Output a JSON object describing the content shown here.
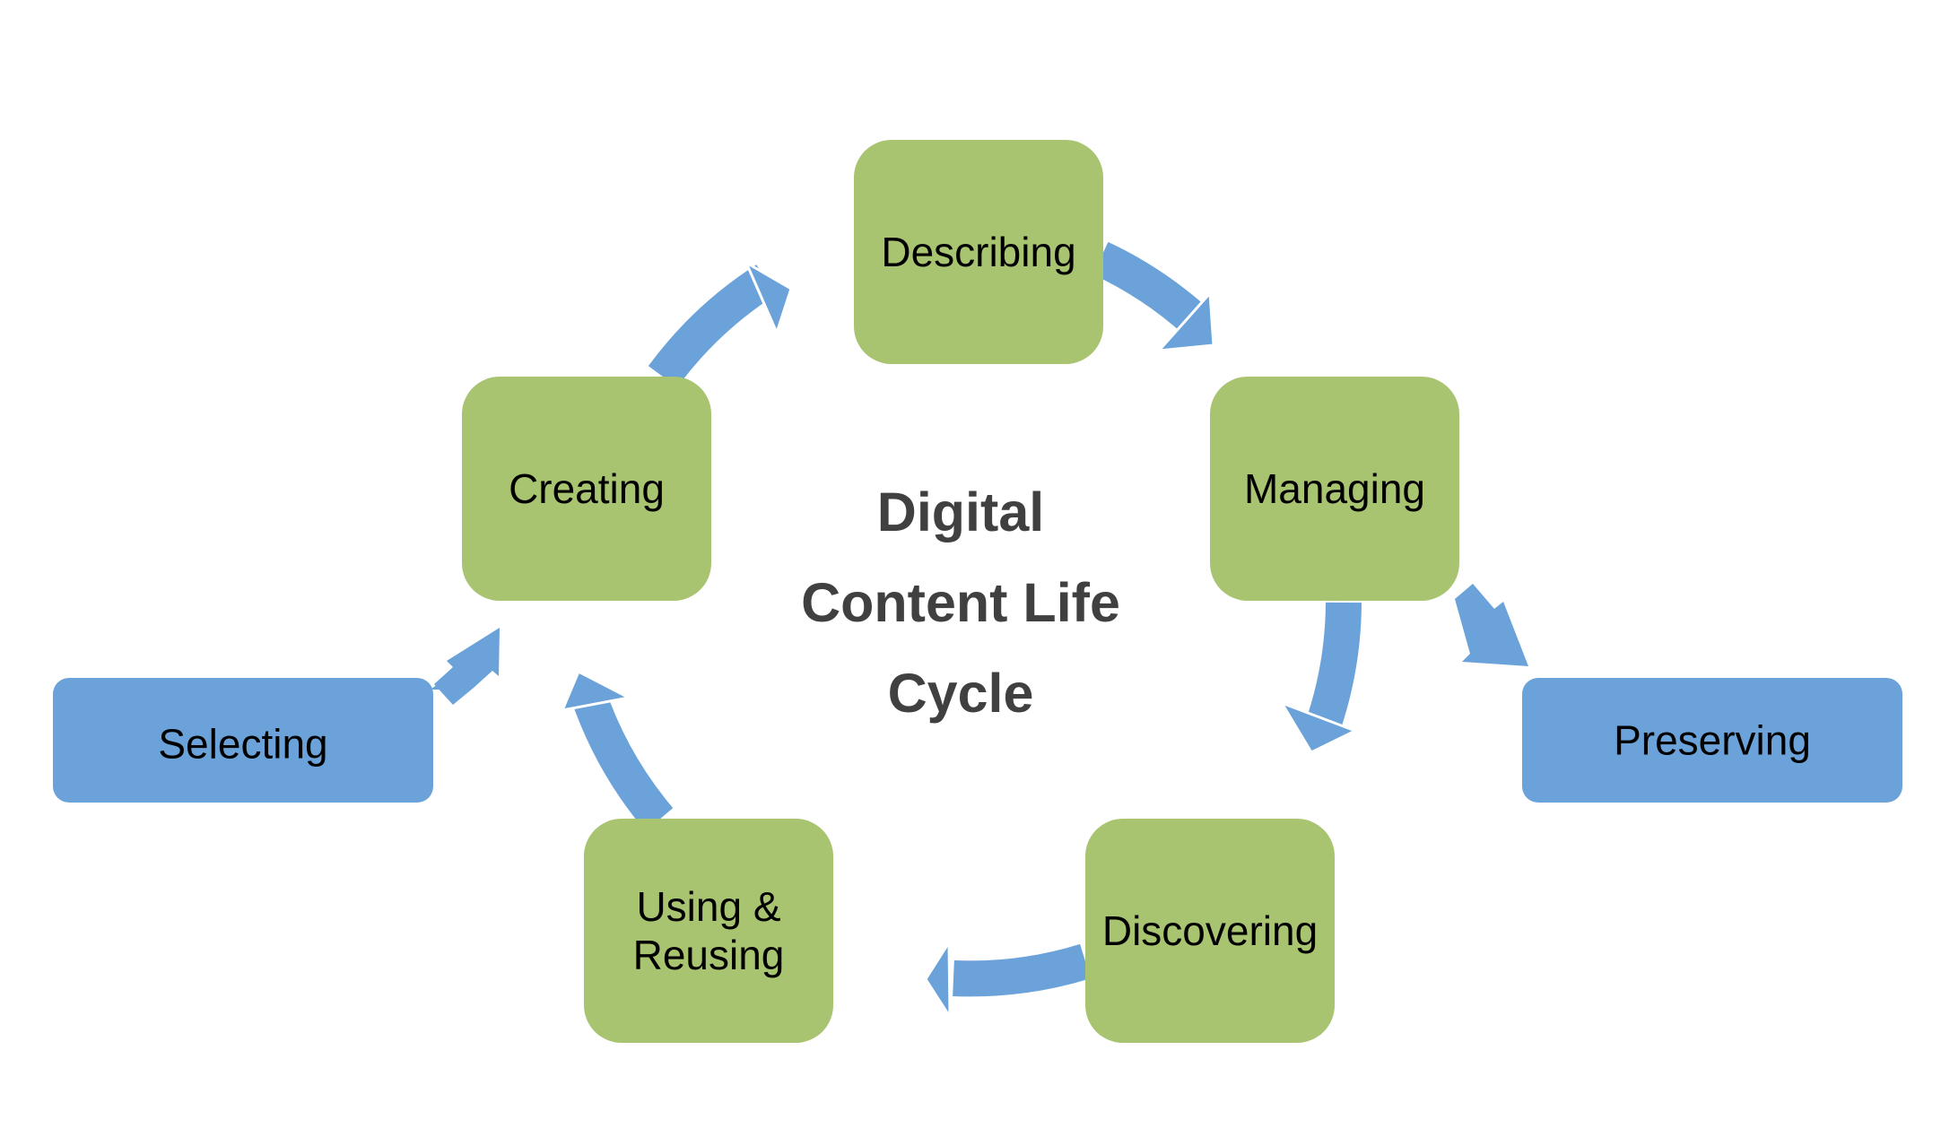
{
  "title_lines": [
    "Digital",
    "Content Life",
    "Cycle"
  ],
  "cycle_stages": [
    {
      "key": "describing",
      "lines": [
        "Describing"
      ]
    },
    {
      "key": "managing",
      "lines": [
        "Managing"
      ]
    },
    {
      "key": "discovering",
      "lines": [
        "Discovering"
      ]
    },
    {
      "key": "using-reusing",
      "lines": [
        "Using &",
        "Reusing"
      ]
    },
    {
      "key": "creating",
      "lines": [
        "Creating"
      ]
    }
  ],
  "entry_stage": {
    "key": "selecting",
    "lines": [
      "Selecting"
    ]
  },
  "exit_stage": {
    "key": "preserving",
    "lines": [
      "Preserving"
    ]
  },
  "colors": {
    "stage_fill": "#a9c471",
    "outer_fill": "#6aa2d9",
    "arrow": "#6aa2d9",
    "center_text": "#404040"
  }
}
